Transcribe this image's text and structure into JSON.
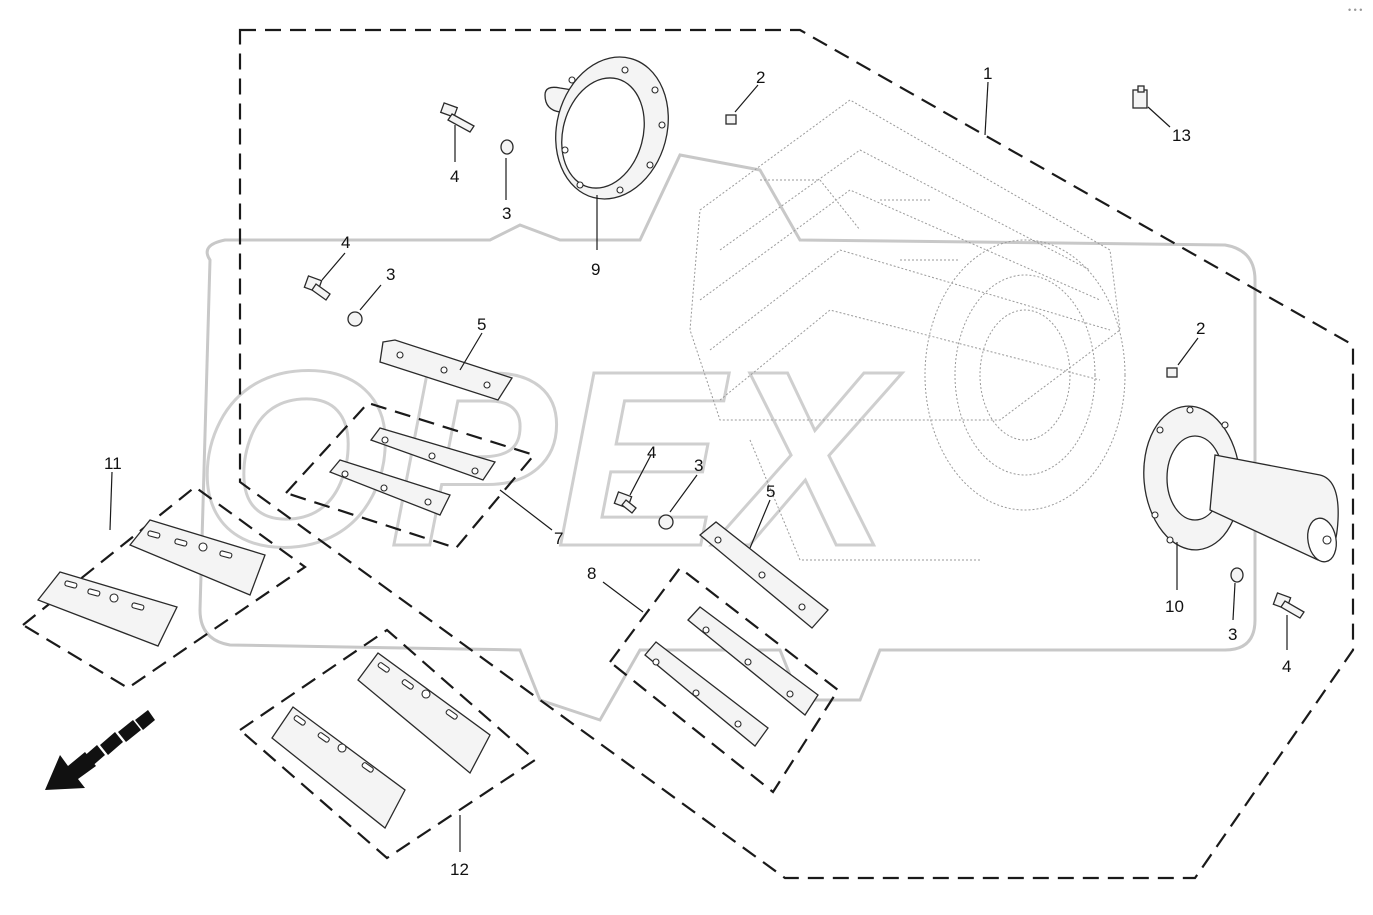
{
  "watermark": {
    "text": "OPEX"
  },
  "corner_mark": "• • •",
  "callouts": [
    {
      "id": "c1",
      "label": "1"
    },
    {
      "id": "c2a",
      "label": "2"
    },
    {
      "id": "c2b",
      "label": "2"
    },
    {
      "id": "c3a",
      "label": "3"
    },
    {
      "id": "c3b",
      "label": "3"
    },
    {
      "id": "c3c",
      "label": "3"
    },
    {
      "id": "c3d",
      "label": "3"
    },
    {
      "id": "c4a",
      "label": "4"
    },
    {
      "id": "c4b",
      "label": "4"
    },
    {
      "id": "c4c",
      "label": "4"
    },
    {
      "id": "c4d",
      "label": "4"
    },
    {
      "id": "c5a",
      "label": "5"
    },
    {
      "id": "c5b",
      "label": "5"
    },
    {
      "id": "c7",
      "label": "7"
    },
    {
      "id": "c8",
      "label": "8"
    },
    {
      "id": "c9",
      "label": "9"
    },
    {
      "id": "c10",
      "label": "10"
    },
    {
      "id": "c11",
      "label": "11"
    },
    {
      "id": "c12",
      "label": "12"
    },
    {
      "id": "c13",
      "label": "13"
    }
  ],
  "colors": {
    "line": "#1a1a1a",
    "watermark": "#cfcfcf",
    "ghost": "#9a9a9a"
  }
}
